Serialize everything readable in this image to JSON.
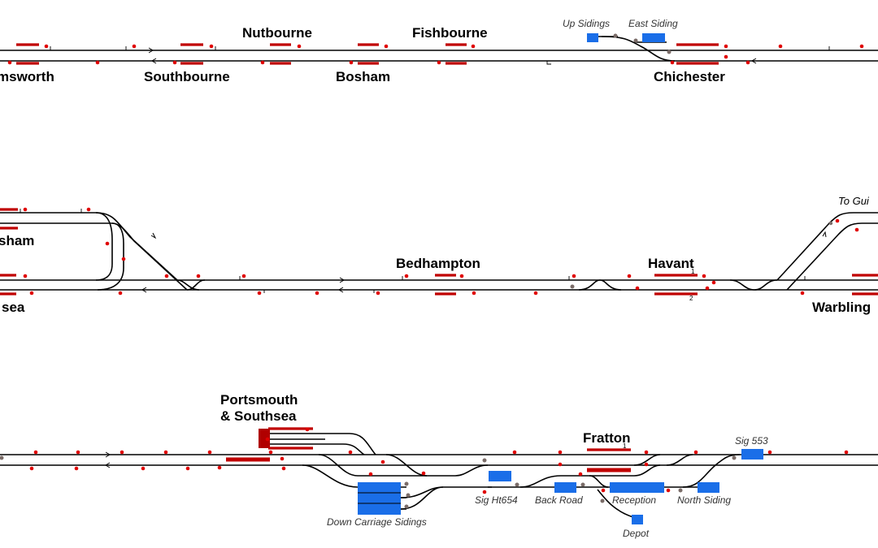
{
  "stations": {
    "emsworth": "msworth",
    "nutbourne": "Nutbourne",
    "southbourne": "Southbourne",
    "fishbourne": "Fishbourne",
    "bosham": "Bosham",
    "chichester": "Chichester",
    "rowlands_castle": "sham",
    "hilsea": "sea",
    "bedhampton": "Bedhampton",
    "havant": "Havant",
    "warblington": "Warbling",
    "portsmouth_line1": "Portsmouth",
    "portsmouth_line2": "& Southsea",
    "fratton": "Fratton"
  },
  "sidings": {
    "up_sidings": "Up Sidings",
    "east_siding": "East Siding",
    "to_guildford": "To Gui",
    "sig_553": "Sig 553",
    "sig_ht654": "Sig Ht654",
    "back_road": "Back Road",
    "reception": "Reception",
    "north_siding": "North Siding",
    "down_carriage_sidings": "Down Carriage Sidings",
    "depot": "Depot"
  },
  "platform_numbers": {
    "havant_p1": "1",
    "havant_p2": "2",
    "fratton_p1": "1"
  },
  "colors": {
    "track": "#000000",
    "platform": "#c00000",
    "signal": "#e00000",
    "siding_block": "#1a6ee8"
  }
}
